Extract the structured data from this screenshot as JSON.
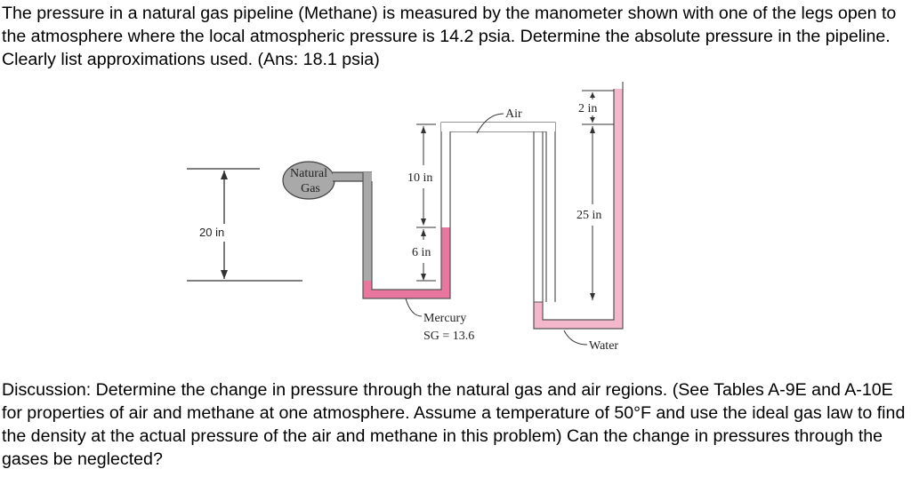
{
  "problem_text": "The pressure in a natural gas pipeline (Methane) is measured by the manometer shown with one of the legs open to the atmosphere where the local atmospheric pressure is 14.2 psia.  Determine the absolute pressure in the pipeline.  Clearly list approximations used.  (Ans: 18.1 psia)",
  "figure": {
    "tank_label_line1": "Natural",
    "tank_label_line2": "Gas",
    "air_label": "Air",
    "dim_2in": "2 in",
    "dim_10in": "10 in",
    "dim_25in": "25 in",
    "dim_6in": "6 in",
    "dim_20in": "20 in",
    "mercury_label": "Mercury",
    "mercury_sg": "SG = 13.6",
    "water_label": "Water",
    "colors": {
      "gas": "#a9a9a9",
      "mercury": "#e8769f",
      "water": "#f4b7cc",
      "tube_outline": "#555555"
    }
  },
  "discussion_text": "Discussion:  Determine the change in pressure through the natural gas and air regions.  (See Tables A-9E and A-10E for properties of air and methane at one atmosphere.  Assume a temperature of 50°F and use the ideal gas law to find the density at the actual pressure of the air and methane in this problem)  Can the change in pressures through the gases be neglected?"
}
